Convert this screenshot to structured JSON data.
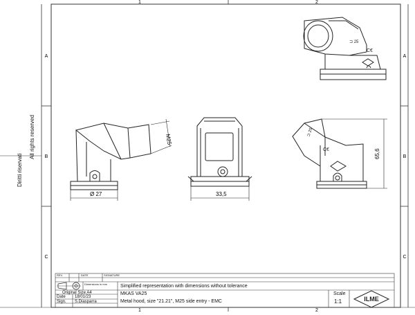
{
  "side_notes": {
    "line1": "All rights reserved",
    "line2": "Diritti riservati"
  },
  "frame": {
    "columns": [
      "1",
      "2"
    ],
    "rows": [
      "A",
      "B",
      "C"
    ]
  },
  "dimensions": {
    "thread": "M25",
    "diameter": "Ø 27",
    "width": "33,5",
    "height": "65,6"
  },
  "title_block": {
    "rev_header": "REV.",
    "date_header": "DATE",
    "signature_header": "SIGNATURE",
    "dimensions_unit": "Dimensions in mm",
    "note": "Simplified representation with dimensions without tolerance",
    "original_size": "Original Size A4",
    "date_label": "Date",
    "date_value": "18/01/23",
    "sign_label": "Sign.",
    "sign_value": "S.Diasparra",
    "code": "MKAS VA25",
    "description": "Metal hood, size \"21.21\", M25 side entry - EMC",
    "scale_label": "Scale",
    "scale_value": "1:1",
    "logo_text": "ILME"
  },
  "colors": {
    "line": "#222222",
    "frame": "#333333"
  }
}
